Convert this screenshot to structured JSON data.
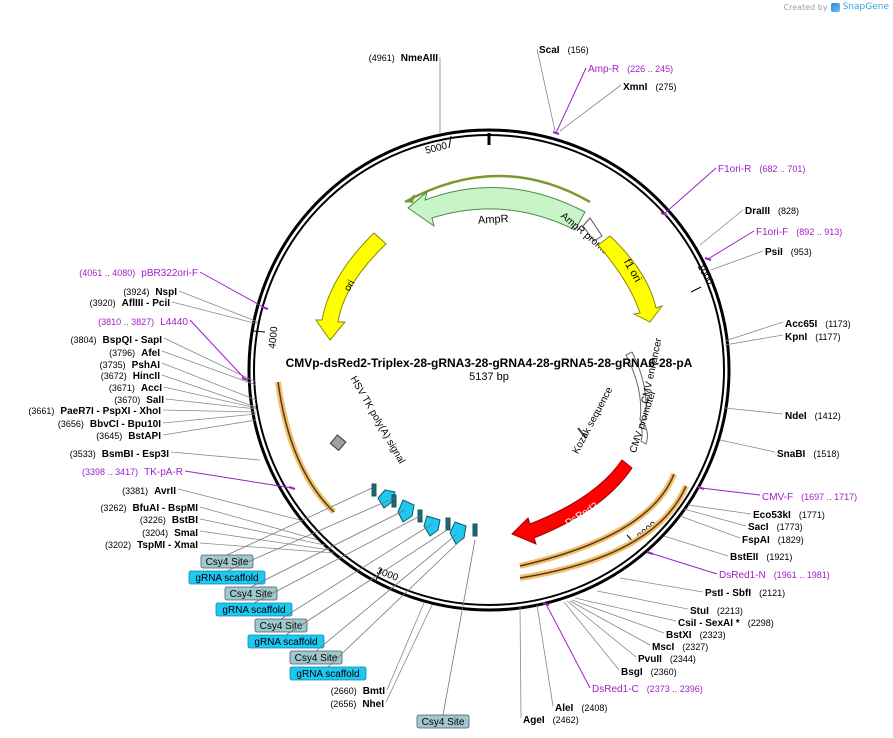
{
  "credit": {
    "prefix": "Created by",
    "brand": "SnapGene"
  },
  "plasmid": {
    "name": "CMVp-dsRed2-Triplex-28-gRNA3-28-gRNA4-28-gRNA5-28-gRNA6-28-pA",
    "length": "5137 bp"
  },
  "ticks": [
    "1000",
    "2000",
    "3000",
    "4000",
    "5000"
  ],
  "features": {
    "ampr": "AmpR",
    "ampr_promoter": "AmpR promoter",
    "f1_ori": "f1 ori",
    "ori": "ori",
    "cmv_enhancer": "CMV enhancer",
    "cmv_promoter": "CMV promoter",
    "kozak": "Kozak sequence",
    "dsred2": "DsRed2",
    "hsv": "HSV TK poly(A) signal"
  },
  "sites": [
    {
      "name": "NmeAIII",
      "pos": "(4961)"
    },
    {
      "name": "ScaI",
      "pos": "(156)"
    },
    {
      "name": "Amp-R",
      "pos": "(226 .. 245)",
      "primer": true
    },
    {
      "name": "XmnI",
      "pos": "(275)"
    },
    {
      "name": "F1ori-R",
      "pos": "(682 .. 701)",
      "primer": true
    },
    {
      "name": "DraIII",
      "pos": "(828)"
    },
    {
      "name": "F1ori-F",
      "pos": "(892 .. 913)",
      "primer": true
    },
    {
      "name": "PsiI",
      "pos": "(953)"
    },
    {
      "name": "Acc65I",
      "pos": "(1173)"
    },
    {
      "name": "KpnI",
      "pos": "(1177)"
    },
    {
      "name": "NdeI",
      "pos": "(1412)"
    },
    {
      "name": "SnaBI",
      "pos": "(1518)"
    },
    {
      "name": "CMV-F",
      "pos": "(1697 .. 1717)",
      "primer": true
    },
    {
      "name": "Eco53kI",
      "pos": "(1771)"
    },
    {
      "name": "SacI",
      "pos": "(1773)"
    },
    {
      "name": "FspAI",
      "pos": "(1829)"
    },
    {
      "name": "BstEII",
      "pos": "(1921)"
    },
    {
      "name": "DsRed1-N",
      "pos": "(1961 .. 1981)",
      "primer": true
    },
    {
      "name": "PstI - SbfI",
      "pos": "(2121)"
    },
    {
      "name": "StuI",
      "pos": "(2213)"
    },
    {
      "name": "CsiI - SexAI *",
      "pos": "(2298)"
    },
    {
      "name": "BstXI",
      "pos": "(2323)"
    },
    {
      "name": "MscI",
      "pos": "(2327)"
    },
    {
      "name": "PvuII",
      "pos": "(2344)"
    },
    {
      "name": "BsgI",
      "pos": "(2360)"
    },
    {
      "name": "DsRed1-C",
      "pos": "(2373 .. 2396)",
      "primer": true
    },
    {
      "name": "AleI",
      "pos": "(2408)"
    },
    {
      "name": "AgeI",
      "pos": "(2462)"
    },
    {
      "name": "BmtI",
      "pos": "(2660)"
    },
    {
      "name": "NheI",
      "pos": "(2656)"
    },
    {
      "name": "TspMI - XmaI",
      "pos": "(3202)"
    },
    {
      "name": "SmaI",
      "pos": "(3204)"
    },
    {
      "name": "BstBI",
      "pos": "(3226)"
    },
    {
      "name": "BfuAI - BspMI",
      "pos": "(3262)"
    },
    {
      "name": "AvrII",
      "pos": "(3381)"
    },
    {
      "name": "TK-pA-R",
      "pos": "(3398 .. 3417)",
      "primer": true
    },
    {
      "name": "BsmBI - Esp3I",
      "pos": "(3533)"
    },
    {
      "name": "BstAPI",
      "pos": "(3645)"
    },
    {
      "name": "BbvCI - Bpu10I",
      "pos": "(3656)"
    },
    {
      "name": "PaeR7I - PspXI - XhoI",
      "pos": "(3661)"
    },
    {
      "name": "SalI",
      "pos": "(3670)"
    },
    {
      "name": "AccI",
      "pos": "(3671)"
    },
    {
      "name": "HincII",
      "pos": "(3672)"
    },
    {
      "name": "PshAI",
      "pos": "(3735)"
    },
    {
      "name": "AfeI",
      "pos": "(3796)"
    },
    {
      "name": "BspQI - SapI",
      "pos": "(3804)"
    },
    {
      "name": "L4440",
      "pos": "(3810 .. 3827)",
      "primer": true
    },
    {
      "name": "AflIII - PciI",
      "pos": "(3920)"
    },
    {
      "name": "NspI",
      "pos": "(3924)"
    },
    {
      "name": "pBR322ori-F",
      "pos": "(4061 .. 4080)",
      "primer": true
    }
  ],
  "boxes": [
    "Csy4 Site",
    "gRNA scaffold",
    "Csy4 Site",
    "gRNA scaffold",
    "Csy4 Site",
    "gRNA scaffold",
    "Csy4 Site",
    "gRNA scaffold",
    "Csy4 Site"
  ],
  "colors": {
    "ampr": "#c8f5c8",
    "ori": "#ffff00",
    "dsred": "#ff0000",
    "primer": "#a020c8",
    "hsv": "#b0b0b0",
    "csy4": "#a0c8cc",
    "grna": "#1ec8f0",
    "cmv": "#ffffff"
  }
}
